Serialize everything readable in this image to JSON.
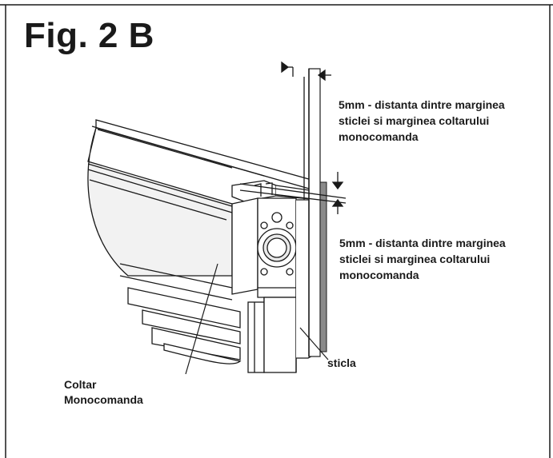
{
  "figure": {
    "title": "Fig. 2 B"
  },
  "annotations": {
    "top_gap_note": [
      "5mm - distanta dintre marginea",
      "sticlei si marginea coltarului",
      "monocomanda"
    ],
    "side_gap_note": [
      "5mm - distanta dintre marginea",
      "sticlei si marginea coltarului",
      "monocomanda"
    ],
    "glass_label": "sticla",
    "corner_label": [
      "Coltar",
      "Monocomanda"
    ]
  },
  "colors": {
    "line": "#1a1a1a",
    "glass": "#8a8a8a",
    "shade": "#d6d6d6"
  }
}
